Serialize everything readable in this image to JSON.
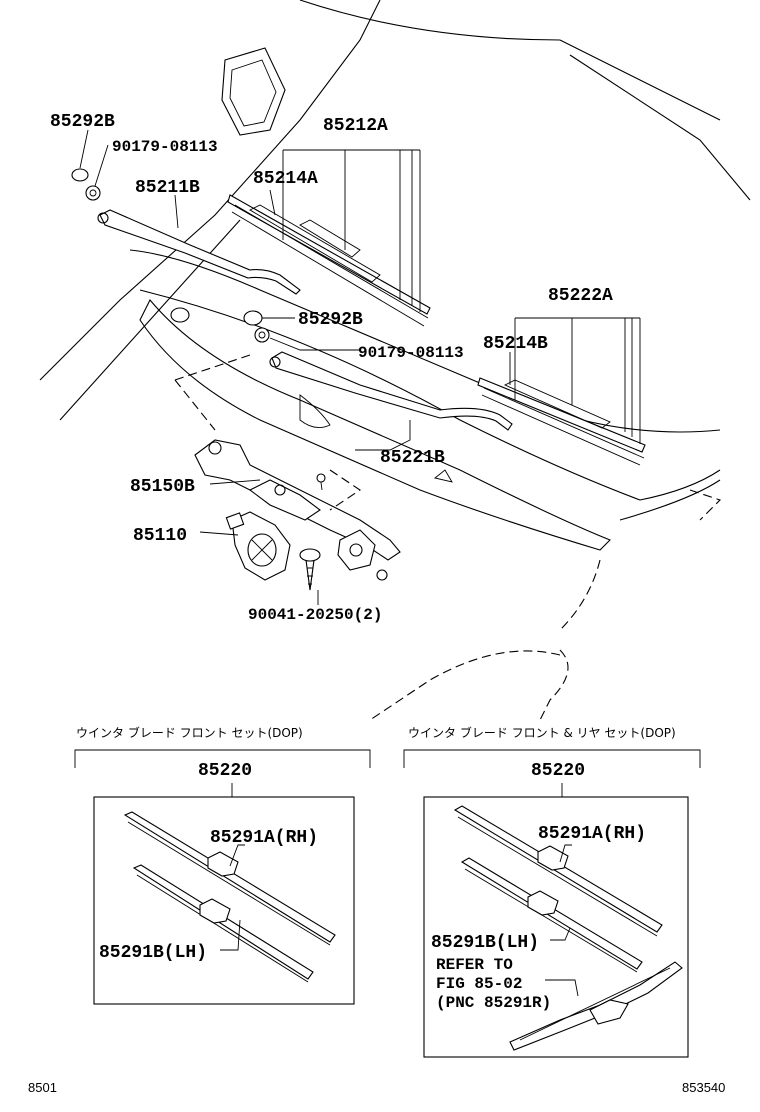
{
  "diagram": {
    "callouts": {
      "p85292b_top": "85292B",
      "p90179_top": "90179-08113",
      "p85212a": "85212A",
      "p85211b": "85211B",
      "p85214a": "85214A",
      "p85292b_mid": "85292B",
      "p90179_mid": "90179-08113",
      "p85222a": "85222A",
      "p85214b": "85214B",
      "p85221b": "85221B",
      "p85150b": "85150B",
      "p85110": "85110",
      "p90041": "90041-20250(2)"
    },
    "kits": [
      {
        "title": "ウインタ ブレード フロント セット(DOP)",
        "part_no": "85220",
        "items": [
          "85291A(RH)",
          "85291B(LH)"
        ]
      },
      {
        "title": "ウインタ ブレード フロント & リヤ セット(DOP)",
        "part_no": "85220",
        "items": [
          "85291A(RH)",
          "85291B(LH)"
        ],
        "note": [
          "REFER TO",
          "FIG 85-02",
          "(PNC 85291R)"
        ]
      }
    ],
    "footer": {
      "left": "8501",
      "right": "853540"
    }
  }
}
